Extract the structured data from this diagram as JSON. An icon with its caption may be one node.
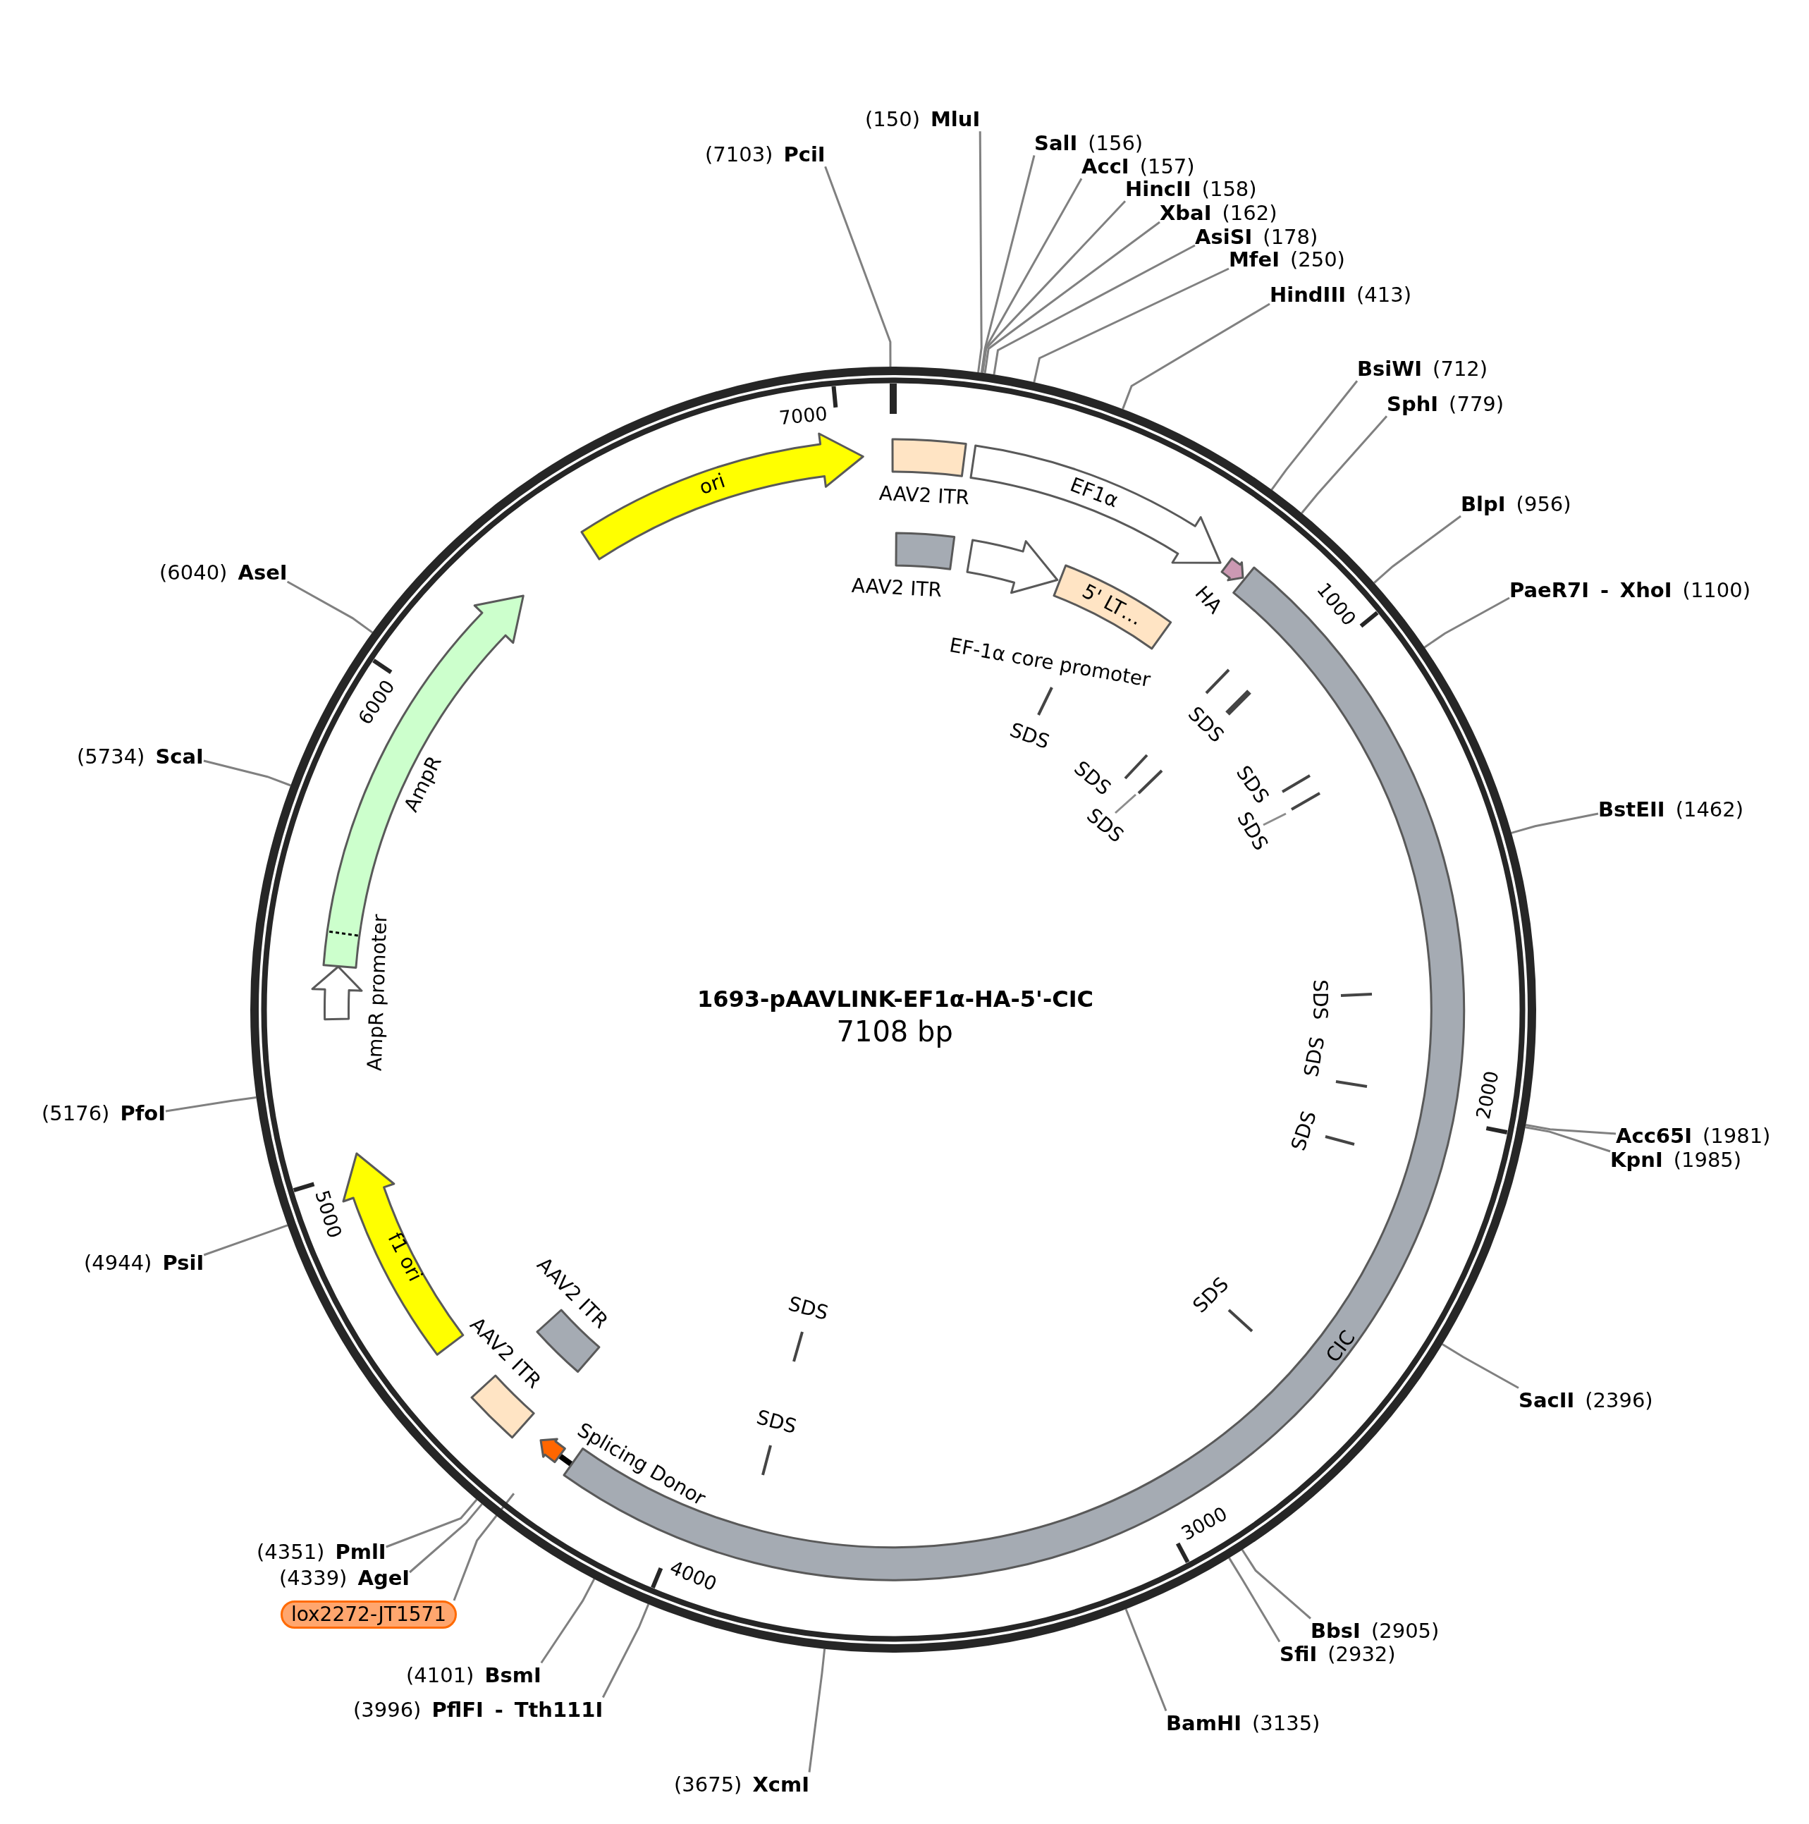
{
  "diagram": {
    "title": "1693-pAAVLINK-EF1α-HA-5'-CIC",
    "nodes": [
      {
        "text": [],
        "shape": "circle"
      },
      {
        "text": [
          "ori"
        ],
        "in": 0
      },
      {
        "text": [
          "AAV2 ITR"
        ],
        "in": 0
      },
      {
        "text": [
          "EF1α"
        ],
        "in": 0
      },
      {
        "text": [
          "HA"
        ],
        "in": 0
      },
      {
        "text": [
          "AAV2 ITR"
        ],
        "in": 0
      },
      {
        "text": [
          "EF-1α core promoter"
        ],
        "in": 0
      },
      {
        "text": [
          "5' LT…"
        ],
        "in": 0
      },
      {
        "text": [
          "CIC"
        ],
        "in": 0
      },
      {
        "text": [
          "AmpR"
        ],
        "in": 0
      },
      {
        "text": [
          "AmpR promoter"
        ],
        "in": 0
      },
      {
        "text": [
          "f1 ori"
        ],
        "in": 0
      },
      {
        "text": [
          "AAV2 ITR"
        ],
        "in": 0
      },
      {
        "text": [
          "AAV2 ITR"
        ],
        "in": 0
      },
      {
        "text": [
          "Splicing Donor"
        ],
        "in": 0
      },
      {
        "text": [
          "SDS"
        ],
        "in": 0
      },
      {
        "text": [
          "SDS"
        ],
        "in": 0
      },
      {
        "text": [
          "SDS"
        ],
        "in": 0
      },
      {
        "text": [
          "SDS"
        ],
        "in": 0
      },
      {
        "text": [
          "SDS"
        ],
        "in": 0
      },
      {
        "text": [
          "SDS"
        ],
        "in": 0
      },
      {
        "text": [
          "SDS"
        ],
        "in": 0
      },
      {
        "text": [
          "SDS"
        ],
        "in": 0
      },
      {
        "text": [
          "SDS"
        ],
        "in": 0
      },
      {
        "text": [
          "SDS"
        ],
        "in": 0
      },
      {
        "text": [
          "SDS"
        ],
        "in": 0
      },
      {
        "text": [
          "SDS"
        ],
        "in": 0
      },
      {
        "text": [
          "(7103) **PciI**"
        ]
      },
      {
        "text": [
          "(150) **MluI**"
        ]
      },
      {
        "text": [
          "**SalI** (156)"
        ]
      },
      {
        "text": [
          "**AccI** (157)"
        ]
      },
      {
        "text": [
          "**HincII** (158)"
        ]
      },
      {
        "text": [
          "**XbaI** (162)"
        ]
      },
      {
        "text": [
          "**AsiSI** (178)"
        ]
      },
      {
        "text": [
          "**MfeI** (250)"
        ]
      },
      {
        "text": [
          "**HindIII** (413)"
        ]
      },
      {
        "text": [
          "**BsiWI** (712)"
        ]
      },
      {
        "text": [
          "**SphI** (779)"
        ]
      },
      {
        "text": [
          "**BlpI** (956)"
        ]
      },
      {
        "text": [
          "**PaeR7I - XhoI** (1100)"
        ]
      },
      {
        "text": [
          "**BstEII** (1462)"
        ]
      },
      {
        "text": [
          "**Acc65I** (1981)"
        ]
      },
      {
        "text": [
          "**KpnI** (1985)"
        ]
      },
      {
        "text": [
          "**SacII** (2396)"
        ]
      },
      {
        "text": [
          "**BbsI** (2905)"
        ]
      },
      {
        "text": [
          "**SfiI** (2932)"
        ]
      },
      {
        "text": [
          "**BamHI** (3135)"
        ]
      },
      {
        "text": [
          "(3675) **XcmI**"
        ]
      },
      {
        "text": [
          "(3996) **PflFI - Tth111I**"
        ]
      },
      {
        "text": [
          "(4101) **BsmI**"
        ]
      },
      {
        "text": [
          "lox2272-JT1571"
        ]
      },
      {
        "text": [
          "(4339) **AgeI**"
        ]
      },
      {
        "text": [
          "(4351) **PmlI**"
        ]
      },
      {
        "text": [
          "(4944) **PsiI**"
        ]
      },
      {
        "text": [
          "(5176) **PfoI**"
        ]
      },
      {
        "text": [
          "(5734) **ScaI**"
        ]
      },
      {
        "text": [
          "(6040) **AseI**"
        ]
      }
    ],
    "edges": [
      {
        "from": 14,
        "to": 8,
        "arrow": "none",
        "style": "thick",
        "color": "#000000"
      },
      {
        "from": 27,
        "to": 0,
        "arrow": "none"
      },
      {
        "from": 28,
        "to": 0,
        "arrow": "none"
      },
      {
        "from": 29,
        "to": 0,
        "arrow": "none"
      },
      {
        "from": 30,
        "to": 0,
        "arrow": "none"
      },
      {
        "from": 31,
        "to": 0,
        "arrow": "none"
      },
      {
        "from": 32,
        "to": 0,
        "arrow": "none"
      },
      {
        "from": 33,
        "to": 0,
        "arrow": "none"
      },
      {
        "from": 34,
        "to": 0,
        "arrow": "none"
      },
      {
        "from": 35,
        "to": 0,
        "arrow": "none"
      },
      {
        "from": 36,
        "to": 0,
        "arrow": "none"
      },
      {
        "from": 37,
        "to": 0,
        "arrow": "none"
      },
      {
        "from": 38,
        "to": 0,
        "arrow": "none"
      },
      {
        "from": 39,
        "to": 0,
        "arrow": "none"
      },
      {
        "from": 40,
        "to": 0,
        "arrow": "none"
      },
      {
        "from": 41,
        "to": 0,
        "arrow": "none"
      },
      {
        "from": 42,
        "to": 0,
        "arrow": "none"
      },
      {
        "from": 43,
        "to": 0,
        "arrow": "none"
      },
      {
        "from": 44,
        "to": 0,
        "arrow": "none"
      },
      {
        "from": 45,
        "to": 0,
        "arrow": "none"
      },
      {
        "from": 46,
        "to": 0,
        "arrow": "none"
      },
      {
        "from": 47,
        "to": 0,
        "arrow": "none"
      },
      {
        "from": 48,
        "to": 0,
        "arrow": "none"
      },
      {
        "from": 49,
        "to": 0,
        "arrow": "none"
      },
      {
        "from": 50,
        "to": 0,
        "arrow": "none"
      },
      {
        "from": 51,
        "to": 0,
        "arrow": "none"
      },
      {
        "from": 52,
        "to": 0,
        "arrow": "none"
      },
      {
        "from": 53,
        "to": 0,
        "arrow": "none"
      },
      {
        "from": 54,
        "to": 0,
        "arrow": "none"
      },
      {
        "from": 55,
        "to": 0,
        "arrow": "none"
      },
      {
        "from": 56,
        "to": 0,
        "arrow": "none"
      }
    ],
    "labels": [
      "7000",
      "1000",
      "6000",
      "7108 bp",
      "2000",
      "5000",
      "3000",
      "4000"
    ]
  }
}
